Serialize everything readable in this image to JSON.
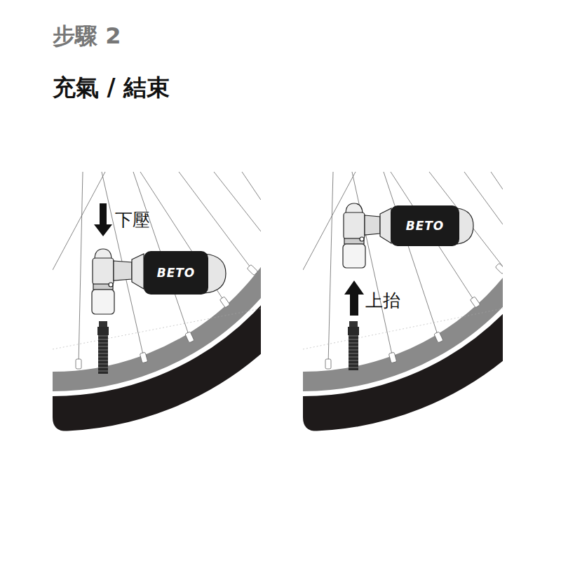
{
  "diagram": {
    "title": "步驟 2",
    "nodes": [
      {
        "text": [
          "BETO"
        ]
      },
      {
        "text": [
          "BETO"
        ]
      }
    ],
    "labels": [
      "充氣 / 結束",
      "下壓",
      "上抬"
    ]
  }
}
